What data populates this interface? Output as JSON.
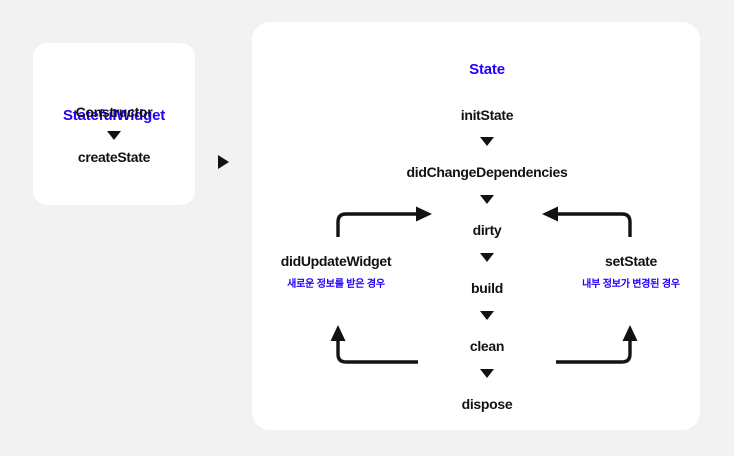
{
  "canvas": {
    "background_color": "#f2f2f2",
    "panel_color": "#ffffff",
    "accent_color": "#2200ff",
    "text_color": "#14110f"
  },
  "stateful_widget_panel": {
    "title": "StatefulWidget",
    "nodes": [
      {
        "label": "Constructor"
      },
      {
        "label": "createState"
      }
    ],
    "connector_icon": "caret-down-icon"
  },
  "between_panels": {
    "icon": "play-triangle-right-icon"
  },
  "state_panel": {
    "title": "State",
    "lifecycle_nodes": [
      {
        "label": "initState"
      },
      {
        "label": "didChangeDependencies"
      },
      {
        "label": "dirty"
      },
      {
        "label": "build"
      },
      {
        "label": "clean"
      },
      {
        "label": "dispose"
      }
    ],
    "side_nodes": [
      {
        "label": "didUpdateWidget",
        "note": "새로운 정보를 받은 경우",
        "side": "left"
      },
      {
        "label": "setState",
        "note": "내부 정보가 변경된 경우",
        "side": "right"
      }
    ],
    "loop_arrows": [
      {
        "name": "did-update-widget-to-dirty-arrow",
        "direction": "right"
      },
      {
        "name": "set-state-to-dirty-arrow",
        "direction": "left"
      },
      {
        "name": "clean-to-did-update-widget-arrow",
        "direction": "up"
      },
      {
        "name": "clean-to-set-state-arrow",
        "direction": "up"
      }
    ]
  }
}
